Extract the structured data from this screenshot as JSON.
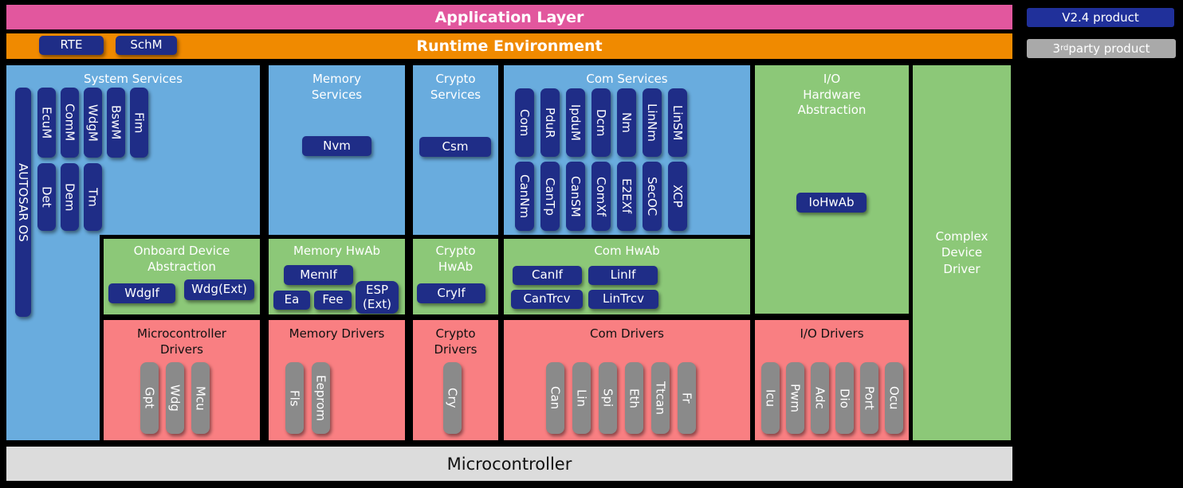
{
  "header": {
    "application_layer": "Application Layer",
    "runtime_environment": "Runtime Environment",
    "rte": "RTE",
    "schm": "SchM"
  },
  "legend": {
    "v24": "V2.4 product",
    "third_prefix": "3",
    "third_sup": "rd",
    "third_rest": " party product"
  },
  "footer": {
    "microcontroller": "Microcontroller"
  },
  "system_services": {
    "title": "System Services",
    "os_pill": "AUTOSAR OS",
    "row1": [
      "EcuM",
      "ComM",
      "WdgM",
      "BswM",
      "Fim"
    ],
    "row2": [
      "Det",
      "Dem",
      "Tm"
    ]
  },
  "memory_services": {
    "title": "Memory\nServices",
    "pill": "Nvm"
  },
  "crypto_services": {
    "title": "Crypto\nServices",
    "pill": "Csm"
  },
  "com_services": {
    "title": "Com Services",
    "row1": [
      "Com",
      "PduR",
      "IpduM",
      "Dcm",
      "Nm",
      "LinNm",
      "LinSM"
    ],
    "row2": [
      "CanNm",
      "CanTp",
      "CanSM",
      "ComXf",
      "E2EXf",
      "SecOC",
      "XCP"
    ]
  },
  "io_hwab": {
    "title": "I/O\nHardware\nAbstraction",
    "pill": "IoHwAb"
  },
  "cdd": {
    "title": "Complex\nDevice\nDriver"
  },
  "onboard": {
    "title": "Onboard Device\nAbstraction",
    "wdgif": "WdgIf",
    "wdgext": "Wdg(Ext)"
  },
  "mem_hwab": {
    "title": "Memory HwAb",
    "memif": "MemIf",
    "ea": "Ea",
    "fee": "Fee",
    "esp": "ESP\n(Ext)"
  },
  "crypto_hwab": {
    "title": "Crypto\nHwAb",
    "pill": "CryIf"
  },
  "com_hwab": {
    "title": "Com HwAb",
    "canif": "CanIf",
    "linif": "LinIf",
    "cantrcv": "CanTrcv",
    "lintrcv": "LinTrcv"
  },
  "mcu_drivers": {
    "title": "Microcontroller\nDrivers",
    "pills": [
      "Gpt",
      "Wdg",
      "Mcu"
    ]
  },
  "mem_drivers": {
    "title": "Memory Drivers",
    "pills": [
      "Fls",
      "Eeprom"
    ]
  },
  "crypto_drivers": {
    "title": "Crypto\nDrivers",
    "pills": [
      "Cry"
    ]
  },
  "com_drivers": {
    "title": "Com Drivers",
    "pills": [
      "Can",
      "Lin",
      "Spi",
      "Eth",
      "Ttcan",
      "Fr"
    ]
  },
  "io_drivers": {
    "title": "I/O Drivers",
    "pills": [
      "Icu",
      "Pwm",
      "Adc",
      "Dio",
      "Port",
      "Ocu"
    ]
  },
  "colors": {
    "application_bar": "#E2579E",
    "runtime_bar": "#F08A00",
    "service_blue": "#69ACDE",
    "hwab_green": "#8CC878",
    "driver_red": "#F97F82",
    "product_navy": "#1F2D87",
    "third_party_gray": "#8A8A8A",
    "microcontroller_gray": "#DCDCDC"
  }
}
